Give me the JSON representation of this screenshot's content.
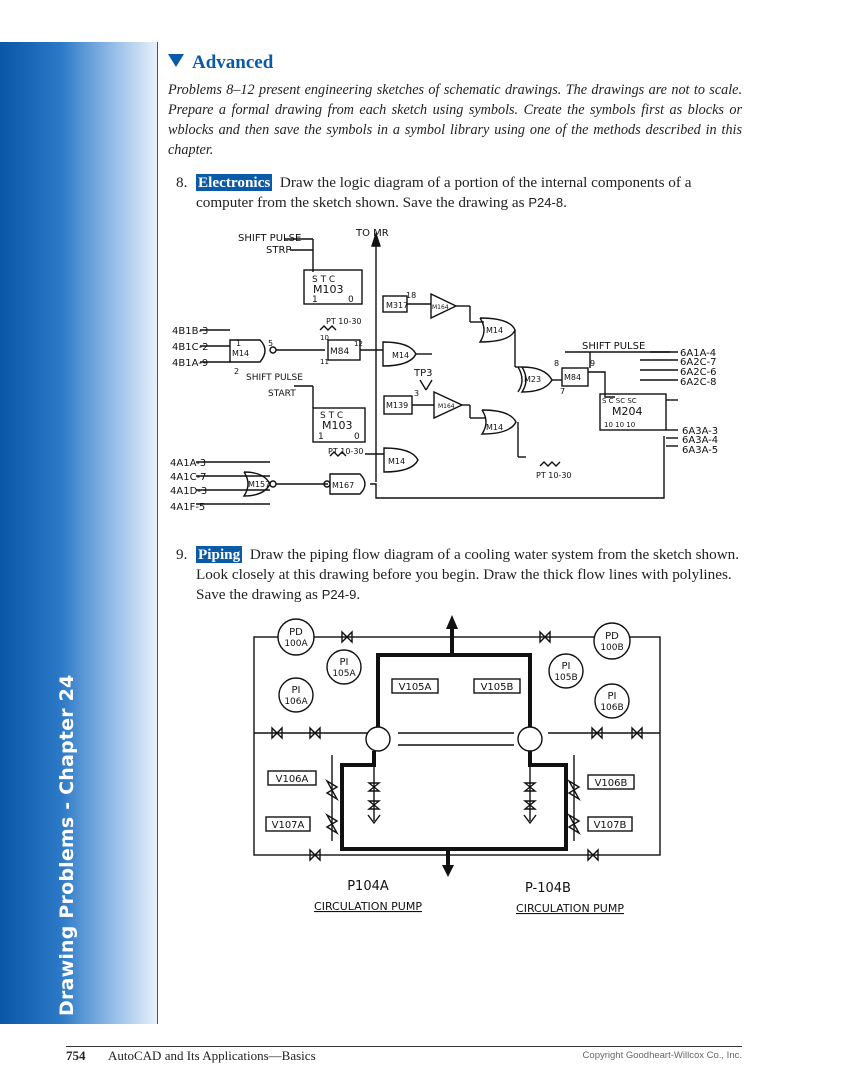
{
  "sidebar": {
    "label": "Drawing Problems - Chapter 24"
  },
  "section": {
    "title": "Advanced"
  },
  "intro": "Problems 8–12 present engineering sketches of schematic drawings. The drawings are not to scale. Prepare a formal drawing from each sketch using symbols. Create the symbols first as blocks or wblocks and then save the symbols in a symbol library using one of the methods described in this chapter.",
  "problems": [
    {
      "number": "8.",
      "tag": "Electronics",
      "text_a": "Draw the logic diagram of a portion of the internal components of a computer from the sketch shown. Save the drawing as ",
      "file": "P24-8",
      "text_b": "."
    },
    {
      "number": "9.",
      "tag": "Piping",
      "text_a": "Draw the piping flow diagram of a cooling water system from the sketch shown. Look closely at this drawing before you begin. Draw the thick flow lines with polylines. Save the drawing as ",
      "file": "P24-9",
      "text_b": "."
    }
  ],
  "logic_fig": {
    "shift_pulse_strp": "SHIFT PULSE",
    "strp": "STRP",
    "to_mr": "TO MR",
    "stc": "S  T  C",
    "m103": "M103",
    "one": "1",
    "zero": "0",
    "pt1030": "PT 10-30",
    "in_4b1b3": "4B1B-3",
    "in_4b1c2": "4B1C-2",
    "in_4b1a9": "4B1A-9",
    "m14": "M14",
    "m84": "M84",
    "m317": "M317",
    "m164": "M164",
    "m139": "M139",
    "m23": "M23",
    "m157": "M157",
    "m167": "M167",
    "shift_pulse_start": "SHIFT PULSE",
    "start": "START",
    "tp3": "TP3",
    "shift_pulse": "SHIFT PULSE",
    "sc_row": "S C   SC  SC",
    "m204": "M204",
    "ten_row": "10    10    10",
    "in_4a1a3": "4A1A-3",
    "in_4a1c7": "4A1C-7",
    "in_4a1d3": "4A1D-3",
    "in_4a1f5": "4A1F-5",
    "out_6a1a4": "6A1A-4",
    "out_6a2c7": "6A2C-7",
    "out_6a2c6": "6A2C-6",
    "out_6a2c8": "6A2C-8",
    "out_6a3a3": "6A3A-3",
    "out_6a3a4": "6A3A-4",
    "out_6a3a5": "6A3A-5",
    "pin5": "5",
    "pin1": "1",
    "pin2": "2",
    "pin10": "10",
    "pin12": "12",
    "pin11": "11",
    "pin18": "18",
    "pin8": "8",
    "pin9": "9",
    "pin7": "7",
    "pin3": "3"
  },
  "piping_fig": {
    "pd100a_a": "PD",
    "pd100a_b": "100A",
    "pd100b_a": "PD",
    "pd100b_b": "100B",
    "pi105a_a": "PI",
    "pi105a_b": "105A",
    "pi106a_a": "PI",
    "pi106a_b": "106A",
    "pi105b_a": "PI",
    "pi105b_b": "105B",
    "pi106b_a": "PI",
    "pi106b_b": "106B",
    "v105a": "V105A",
    "v105b": "V105B",
    "v106a": "V106A",
    "v107a": "V107A",
    "v106b": "V106B",
    "v107b": "V107B",
    "pump_a": "P104A",
    "pump_b": "P-104B",
    "circ_a": "CIRCULATION PUMP",
    "circ_b": "CIRCULATION PUMP"
  },
  "footer": {
    "page_number": "754",
    "book_title": "AutoCAD and Its Applications—Basics",
    "copyright": "Copyright Goodheart-Willcox Co., Inc."
  }
}
